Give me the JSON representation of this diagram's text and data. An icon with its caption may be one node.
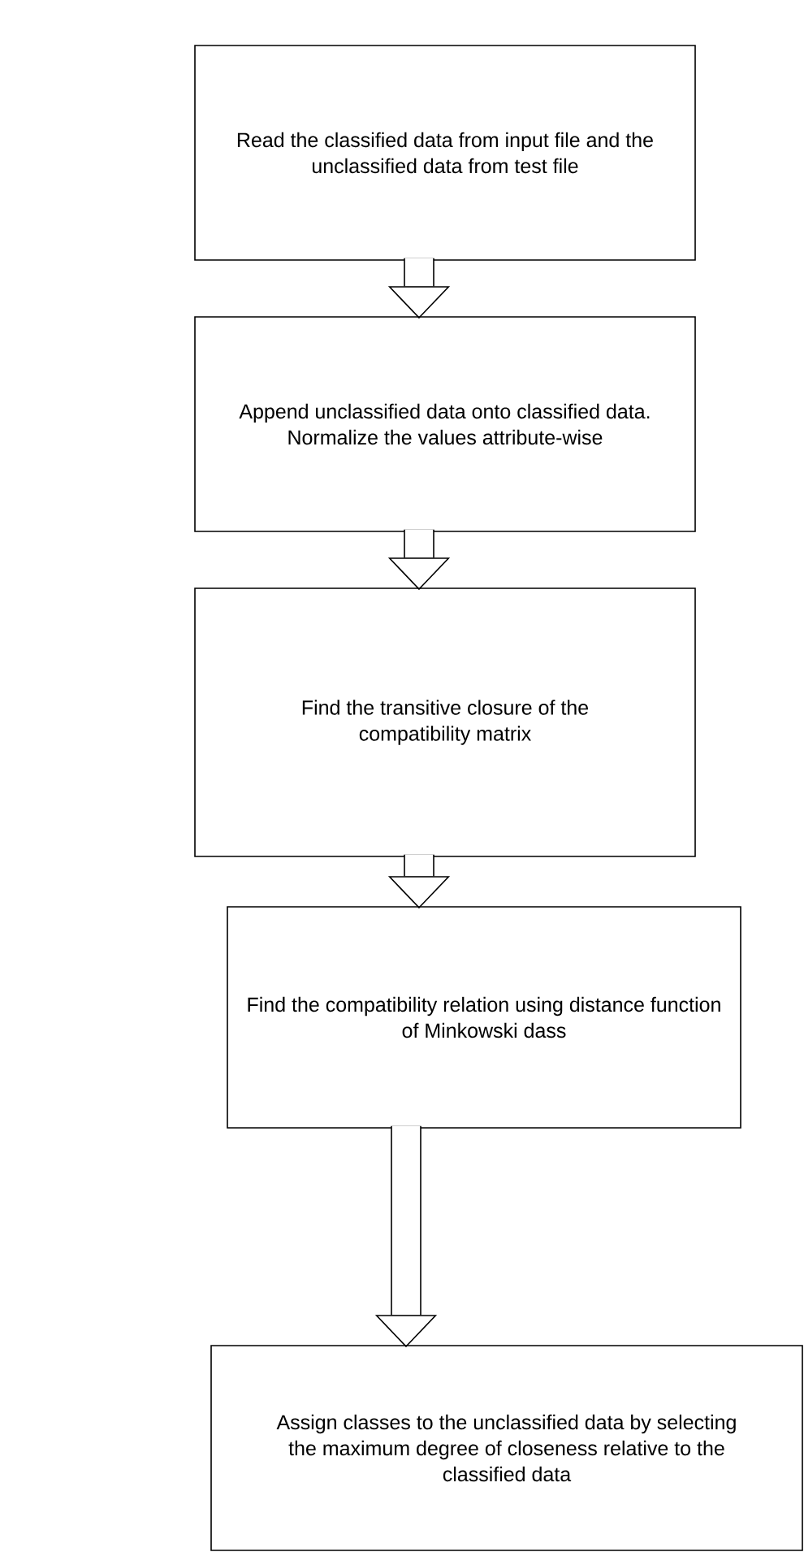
{
  "diagram": {
    "nodes": [
      {
        "text": [
          "Read the classified data from input file and the unclassified data from test file"
        ]
      },
      {
        "text": [
          "Append unclassified data onto classified data. Normalize the values attribute-wise"
        ]
      },
      {
        "text": [
          "Find the transitive closure of the compatibility matrix"
        ]
      },
      {
        "text": [
          "Find the compatibility relation using distance function of Minkowski dass"
        ]
      },
      {
        "text": [
          "Assign classes to the unclassified data by selecting the maximum degree of closeness relative to the classified data"
        ]
      }
    ],
    "edges": [
      {
        "from": 0,
        "to": 1,
        "arrow": "to"
      },
      {
        "from": 1,
        "to": 2,
        "arrow": "to"
      },
      {
        "from": 2,
        "to": 3,
        "arrow": "to"
      },
      {
        "from": 3,
        "to": 4,
        "arrow": "to"
      }
    ]
  }
}
